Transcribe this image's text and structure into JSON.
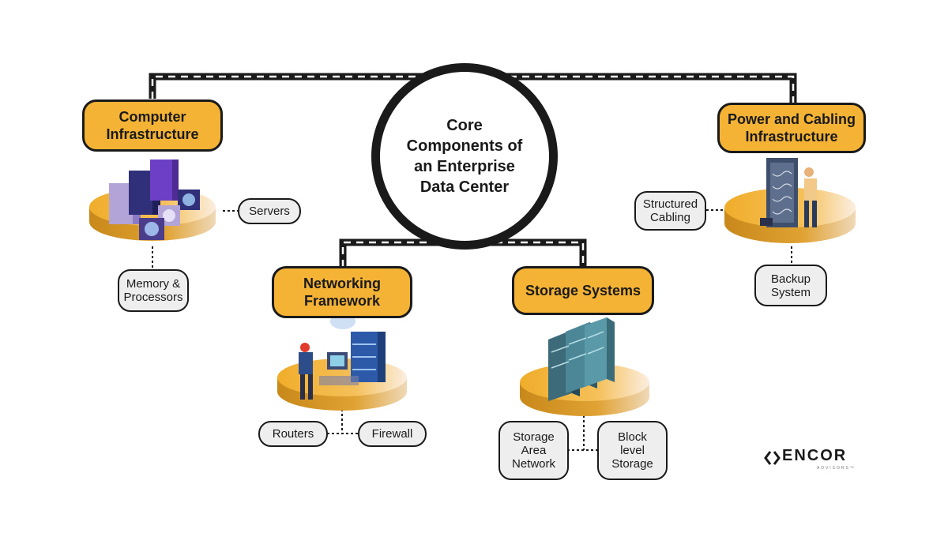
{
  "title": "Core\nComponents of\nan Enterprise\nData Center",
  "categories": [
    {
      "label": "Computer\nInfrastructure",
      "items": [
        "Servers",
        "Memory &\nProcessors"
      ]
    },
    {
      "label": "Networking\nFramework",
      "items": [
        "Routers",
        "Firewall"
      ]
    },
    {
      "label": "Storage Systems",
      "items": [
        "Storage\nArea\nNetwork",
        "Block\nlevel\nStorage"
      ]
    },
    {
      "label": "Power and Cabling\nInfrastructure",
      "items": [
        "Structured\nCabling",
        "Backup\nSystem"
      ]
    }
  ],
  "logo": {
    "name": "ENCOR",
    "sub": "ADVISORS™"
  },
  "colors": {
    "accent": "#f5b335",
    "ink": "#1a1a1a",
    "pill": "#eeeeee",
    "platform": "#f2b432"
  },
  "icons": [
    "server-cluster-icon",
    "network-engineer-icon",
    "storage-rack-icon",
    "cabling-technician-icon",
    "encor-logo-icon"
  ]
}
